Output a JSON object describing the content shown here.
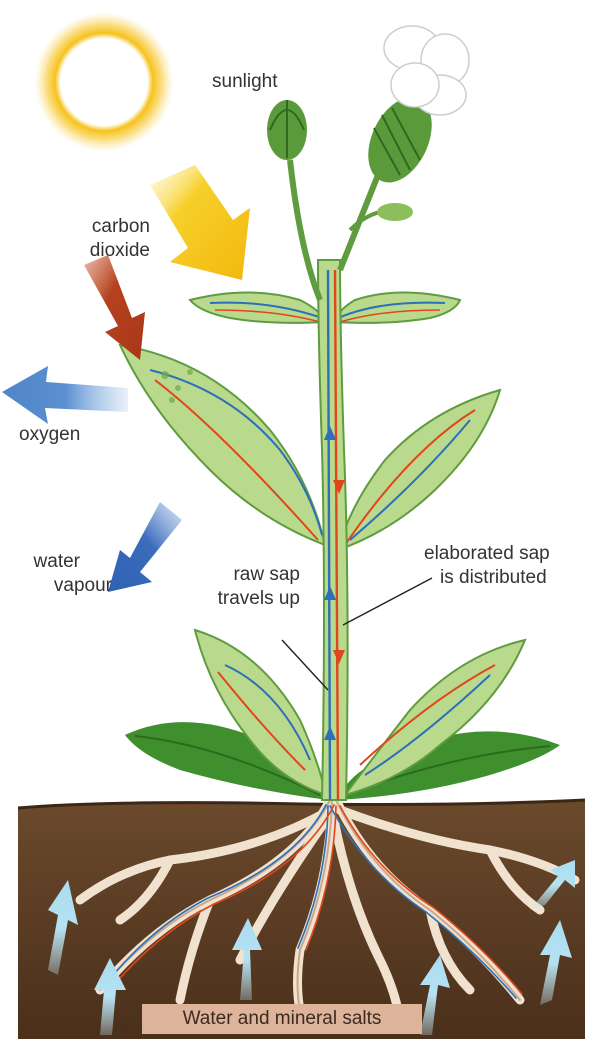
{
  "labels": {
    "sunlight": "sunlight",
    "carbon_dioxide_line1": "carbon",
    "carbon_dioxide_line2": "dioxide",
    "oxygen": "oxygen",
    "water_vapour_line1": "water",
    "water_vapour_line2": "vapour",
    "raw_sap_line1": "raw sap",
    "raw_sap_line2": "travels up",
    "elaborated_sap_line1": "elaborated sap",
    "elaborated_sap_line2": "is distributed",
    "water_minerals": "Water and mineral salts"
  },
  "colors": {
    "sun": "#f6c21c",
    "sunlight_arrow": "#f5c617",
    "carbon_dioxide_arrow": "#b5411f",
    "oxygen_arrow": "#4f86c9",
    "water_vapour_arrow": "#2f62b2",
    "leaf": "#b9d98c",
    "leaf_dark": "#3f8f2e",
    "raw_sap": "#2d6fb8",
    "elaborated_sap": "#e0461d",
    "soil": "#5a3b22",
    "root": "#f1e2cf",
    "water_arrow": "#a9dcef",
    "label_bar": "#ddb49a"
  }
}
